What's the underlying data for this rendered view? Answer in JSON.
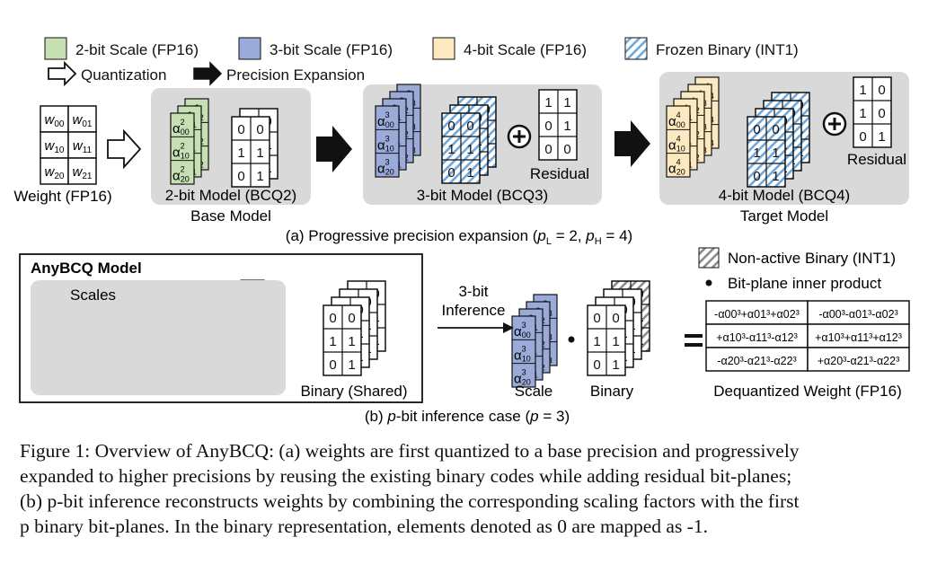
{
  "colors": {
    "green": "#c6e0b4",
    "blue": "#9aabd9",
    "yellow": "#fde9c0",
    "stripe": "#6fa8dc",
    "panel": "#d9d9d9",
    "grey_stripe": "#8c8c8c"
  },
  "legend": {
    "scale2": "2-bit Scale (FP16)",
    "scale3": "3-bit Scale (FP16)",
    "scale4": "4-bit Scale (FP16)",
    "frozen": "Frozen Binary (INT1)",
    "quantization": "Quantization",
    "expansion": "Precision Expansion"
  },
  "weight": {
    "cells": [
      [
        "w00",
        "w01"
      ],
      [
        "w10",
        "w11"
      ],
      [
        "w20",
        "w21"
      ]
    ],
    "label": "Weight (FP16)"
  },
  "panel_a": {
    "model2": "2-bit Model (BCQ2)",
    "model2_sub": "Base Model",
    "model3": "3-bit Model (BCQ3)",
    "model4": "4-bit Model (BCQ4)",
    "model4_sub": "Target Model",
    "residual": "Residual",
    "base_binary": [
      [
        "0",
        "0"
      ],
      [
        "1",
        "1"
      ],
      [
        "0",
        "1"
      ]
    ],
    "residual3": [
      [
        "1",
        "1"
      ],
      [
        "0",
        "1"
      ],
      [
        "0",
        "0"
      ]
    ],
    "residual4": [
      [
        "1",
        "0"
      ],
      [
        "1",
        "0"
      ],
      [
        "0",
        "1"
      ]
    ],
    "caption": "(a) Progressive precision expansion (pL = 2, pH = 4)"
  },
  "panel_b": {
    "title": "AnyBCQ Model",
    "scales": "Scales",
    "binary_shared": "Binary (Shared)",
    "inference": [
      "3-bit",
      "Inference"
    ],
    "scale": "Scale",
    "binary": "Binary",
    "nonactive": "Non-active Binary (INT1)",
    "innerprod": "Bit-plane inner product",
    "dequant": "Dequantized Weight (FP16)",
    "dequant_cells": [
      [
        "-α00³+α01³+α02³",
        "-α00³-α01³-α02³"
      ],
      [
        "+α10³-α11³-α12³",
        "+α10³+α11³+α12³"
      ],
      [
        "-α20³-α21³-α22³",
        "+α20³-α21³-α22³"
      ]
    ],
    "caption": "(b) p-bit inference case (p = 3)"
  },
  "caption": [
    "Figure 1: Overview of AnyBCQ: (a) weights are first quantized to a base precision and progressively",
    "expanded to higher precisions by reusing the existing binary codes while adding residual bit-planes;",
    "(b) p-bit inference reconstructs weights by combining the corresponding scaling factors with the first",
    "p binary bit-planes. In the binary representation, elements denoted as 0 are mapped as -1."
  ]
}
